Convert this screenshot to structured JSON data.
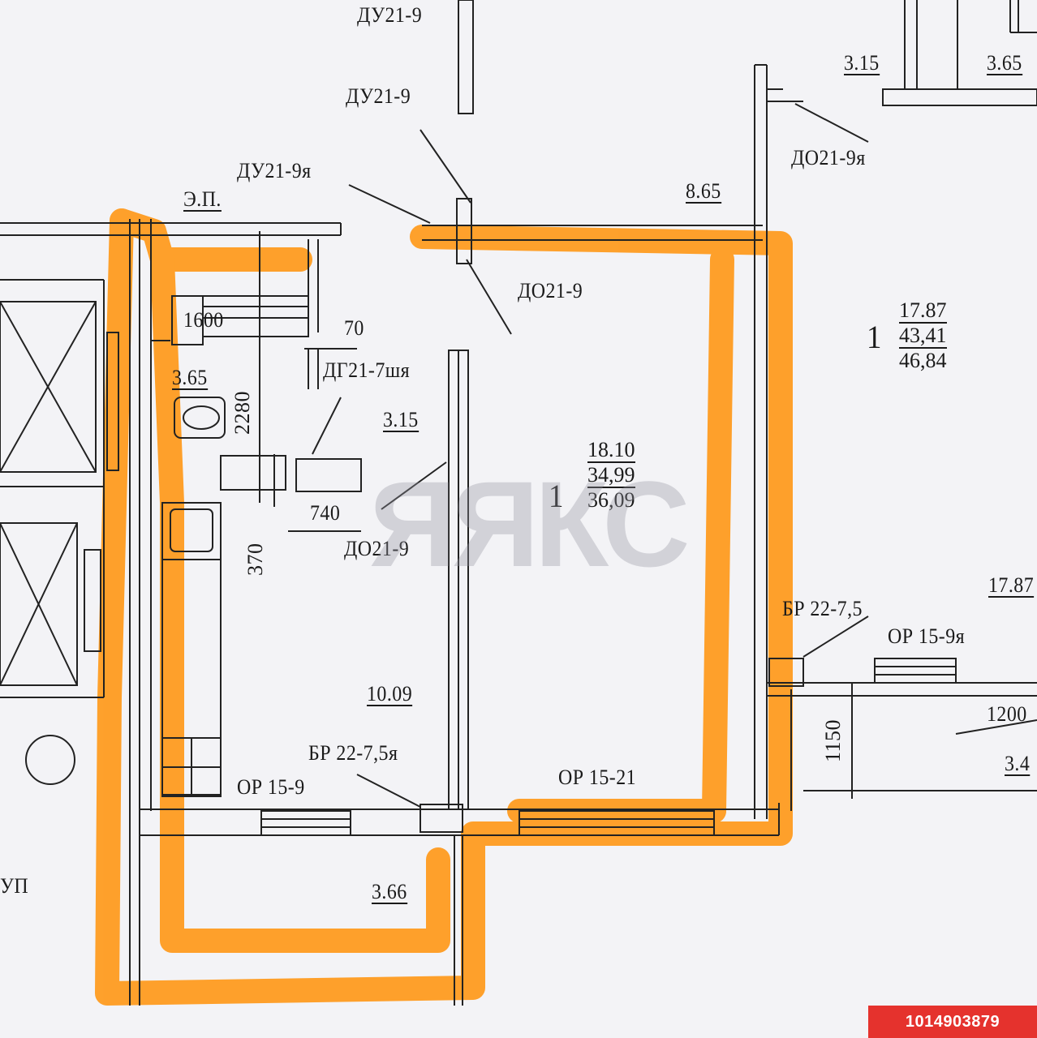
{
  "watermark": "ЯЯКС",
  "listing_id": "1014903879",
  "highlight_color": "#ff9a1a",
  "labels": {
    "du21_9_top": "ДУ21-9",
    "du21_9_mid": "ДУ21-9",
    "du21_9ya": "ДУ21-9я",
    "ep": "Э.П.",
    "do21_9_top": "ДО21-9",
    "do21_9ya": "ДО21-9я",
    "do21_9_mid": "ДО21-9",
    "dg21_7shya": "ДГ21-7шя",
    "br_22_7_5": "БР 22-7,5",
    "br_22_7_5ya": "БР 22-7,5я",
    "or_15_9ya": "ОР 15-9я",
    "or_15_9": "ОР 15-9",
    "or_15_21": "ОР 15-21",
    "up": "УП"
  },
  "dimensions": {
    "d1600": "1600",
    "d70": "70",
    "d2280": "2280",
    "d740": "740",
    "d370": "370",
    "d1150": "1150",
    "d1200": "1200"
  },
  "areas": {
    "a865": "8.65",
    "a315_top": "3.15",
    "a365_top": "3.65",
    "a365_left": "3.65",
    "a315_mid": "3.15",
    "a1009": "10.09",
    "a366": "3.66",
    "a1787_right": "17.87",
    "a34_right": "3.4"
  },
  "apartment_main": {
    "rooms": "1",
    "living": "18.10",
    "total": "34,99",
    "with_balcony": "36,09"
  },
  "apartment_right": {
    "rooms": "1",
    "living": "17.87",
    "total": "43,41",
    "with_balcony": "46,84"
  }
}
